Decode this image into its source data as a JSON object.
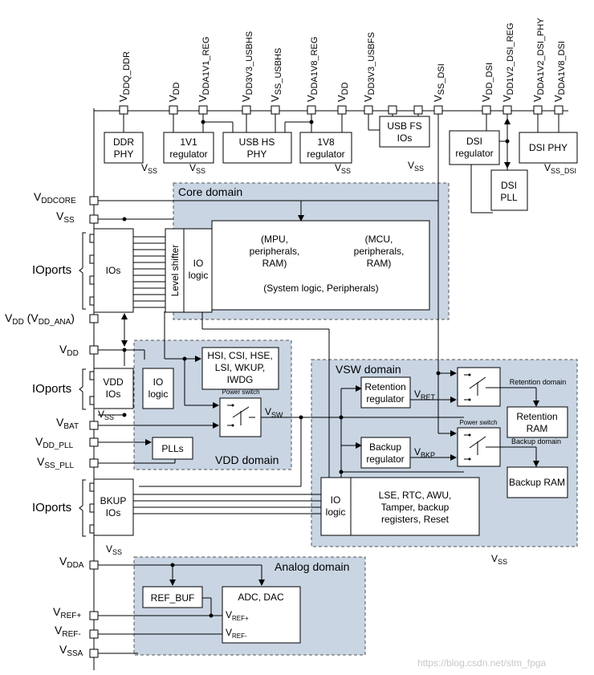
{
  "top_pins": {
    "vddq_ddr": {
      "main": "V",
      "sub": "DDQ_DDR"
    },
    "vdd_a": {
      "main": "V",
      "sub": "DD"
    },
    "vdda1v1_reg": {
      "main": "V",
      "sub": "DDA1V1_REG"
    },
    "vdd3v3_usbhs": {
      "main": "V",
      "sub": "DD3V3_USBHS"
    },
    "vss_usbhs": {
      "main": "V",
      "sub": "SS_USBHS"
    },
    "vdda1v8_reg": {
      "main": "V",
      "sub": "DDA1V8_REG"
    },
    "vdd_b": {
      "main": "V",
      "sub": "DD"
    },
    "vdd3v3_usbfs": {
      "main": "V",
      "sub": "DD3V3_USBFS"
    },
    "vss_dsi": {
      "main": "V",
      "sub": "SS_DSI"
    },
    "vdd_dsi": {
      "main": "V",
      "sub": "DD_DSI"
    },
    "vdd1v2_dsi_reg": {
      "main": "V",
      "sub": "DD1V2_DSI_REG"
    },
    "vdda1v2_dsi_phy": {
      "main": "V",
      "sub": "DDA1V2_DSI_PHY"
    },
    "vdda1v8_dsi": {
      "main": "V",
      "sub": "DDA1V8_DSI"
    }
  },
  "top_blocks": {
    "ddr_phy": [
      "DDR",
      "PHY"
    ],
    "reg_1v1": [
      "1V1",
      "regulator"
    ],
    "usb_hs_phy": [
      "USB HS",
      "PHY"
    ],
    "reg_1v8": [
      "1V8",
      "regulator"
    ],
    "usb_fs_ios": [
      "USB FS",
      "IOs"
    ],
    "dsi_regulator": [
      "DSI",
      "regulator"
    ],
    "dsi_phy": "DSI PHY",
    "dsi_pll": [
      "DSI",
      "PLL"
    ]
  },
  "vss_labels": {
    "ddr": {
      "main": "V",
      "sub": "SS"
    },
    "reg1v1": {
      "main": "V",
      "sub": "SS"
    },
    "reg1v8": {
      "main": "V",
      "sub": "SS"
    },
    "usbfs": {
      "main": "V",
      "sub": "SS"
    },
    "dsi": {
      "main": "V",
      "sub": "SS_DSI"
    },
    "vdd_ios": {
      "main": "V",
      "sub": "SS"
    },
    "bkup": {
      "main": "V",
      "sub": "SS"
    },
    "vsw": {
      "main": "V",
      "sub": "SS"
    }
  },
  "left_pins": {
    "vddcore": {
      "main": "V",
      "sub": "DDCORE"
    },
    "vss": {
      "main": "V",
      "sub": "SS"
    },
    "vdd_ana": {
      "pre": "V",
      "sub1": "DD",
      "mid": " (V",
      "sub2": "DD_ANA",
      "post": ")"
    },
    "vdd": {
      "main": "V",
      "sub": "DD"
    },
    "vbat": {
      "main": "V",
      "sub": "BAT"
    },
    "vdd_pll": {
      "main": "V",
      "sub": "DD_PLL"
    },
    "vss_pll": {
      "main": "V",
      "sub": "SS_PLL"
    },
    "vdda": {
      "main": "V",
      "sub": "DDA"
    },
    "vref_plus": {
      "main": "V",
      "sub": "REF+"
    },
    "vref_minus": {
      "main": "V",
      "sub": "REF-"
    },
    "vssa": {
      "main": "V",
      "sub": "SSA"
    }
  },
  "ioports_label": "IOports",
  "core_domain": {
    "title": "Core domain",
    "level_shifter": "Level shifter",
    "io_logic": [
      "IO",
      "logic"
    ],
    "ios": "IOs",
    "mpu": [
      "(MPU,",
      "peripherals,",
      "RAM)"
    ],
    "mcu": [
      "(MCU,",
      "peripherals,",
      "RAM)"
    ],
    "system": "(System logic, Peripherals)"
  },
  "vdd_domain": {
    "title": "VDD domain",
    "vdd_ios": [
      "VDD",
      "IOs"
    ],
    "io_logic": [
      "IO",
      "logic"
    ],
    "oscillators": [
      "HSI, CSI, HSE,",
      "LSI, WKUP,",
      "IWDG"
    ],
    "power_switch": "Power switch",
    "vsw": {
      "main": "V",
      "sub": "SW"
    },
    "plls": "PLLs"
  },
  "vsw_domain": {
    "title": "VSW domain",
    "retention_regulator": [
      "Retention",
      "regulator"
    ],
    "backup_regulator": [
      "Backup",
      "regulator"
    ],
    "vret": {
      "main": "V",
      "sub": "RET"
    },
    "vbkp": {
      "main": "V",
      "sub": "BKP"
    },
    "power_switch": "Power switch",
    "retention_domain": "Retention domain",
    "backup_domain": "Backup domain",
    "retention_ram": [
      "Retention",
      "RAM"
    ],
    "backup_ram": "Backup RAM",
    "io_logic": [
      "IO",
      "logic"
    ],
    "lse": [
      "LSE, RTC, AWU,",
      "Tamper, backup",
      "registers, Reset"
    ],
    "bkup_ios": [
      "BKUP",
      "IOs"
    ]
  },
  "analog_domain": {
    "title": "Analog domain",
    "ref_buf": "REF_BUF",
    "adc_dac": "ADC, DAC",
    "vref_plus": {
      "main": "V",
      "sub": "REF+"
    },
    "vref_minus": {
      "main": "V",
      "sub": "REF-"
    }
  },
  "watermark": "https://blog.csdn.net/stm_fpga",
  "colors": {
    "domain_fill": "#c9d5e3",
    "line": "#000000"
  }
}
